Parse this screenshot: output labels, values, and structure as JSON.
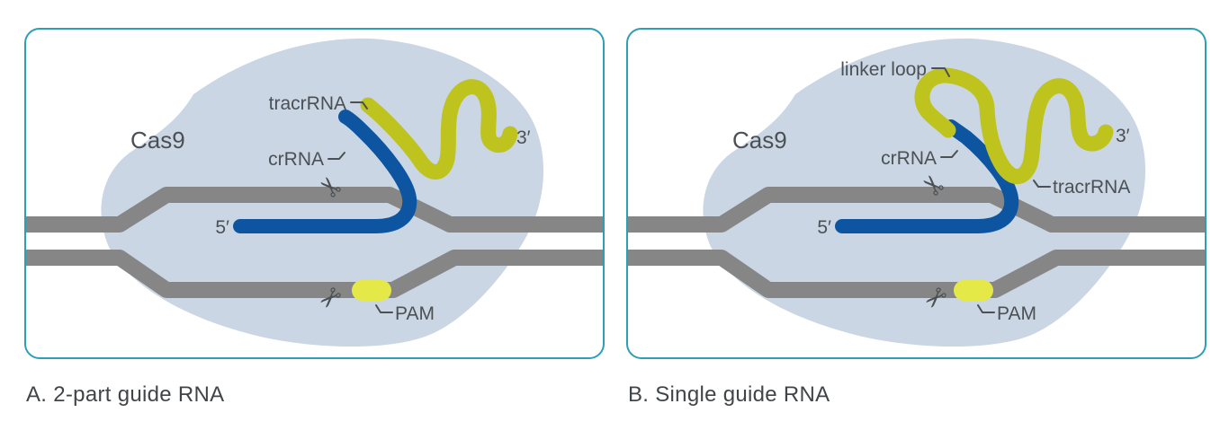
{
  "colors": {
    "panel_border": "#2e9eb4",
    "cas9_blob": "#cad6e4",
    "dna_strand": "#868686",
    "crrna_blue": "#0d55a0",
    "tracrrna_olive": "#bec41d",
    "pam_yellow": "#e5e947",
    "label_text": "#4b5054",
    "scissors": "#595d60"
  },
  "icons": {
    "scissors_glyph": "✂"
  },
  "panels": [
    {
      "caption": "A. 2-part guide RNA",
      "labels": {
        "cas9": "Cas9",
        "tracrrna": "tracrRNA",
        "crrna": "crRNA",
        "five_prime": "5′",
        "three_prime": "3′",
        "pam": "PAM"
      }
    },
    {
      "caption": "B. Single guide RNA",
      "labels": {
        "cas9": "Cas9",
        "linker_loop": "linker loop",
        "tracrrna": "tracrRNA",
        "crrna": "crRNA",
        "five_prime": "5′",
        "three_prime": "3′",
        "pam": "PAM"
      }
    }
  ]
}
